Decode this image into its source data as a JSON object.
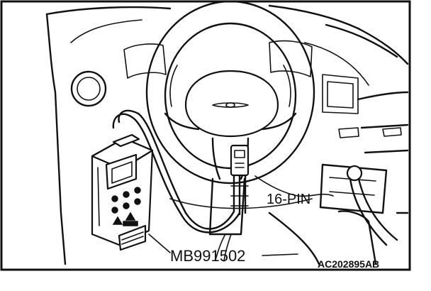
{
  "labels": {
    "connector": "16-PIN",
    "tool": "MB991502",
    "figure_code": "AC202895AB"
  }
}
